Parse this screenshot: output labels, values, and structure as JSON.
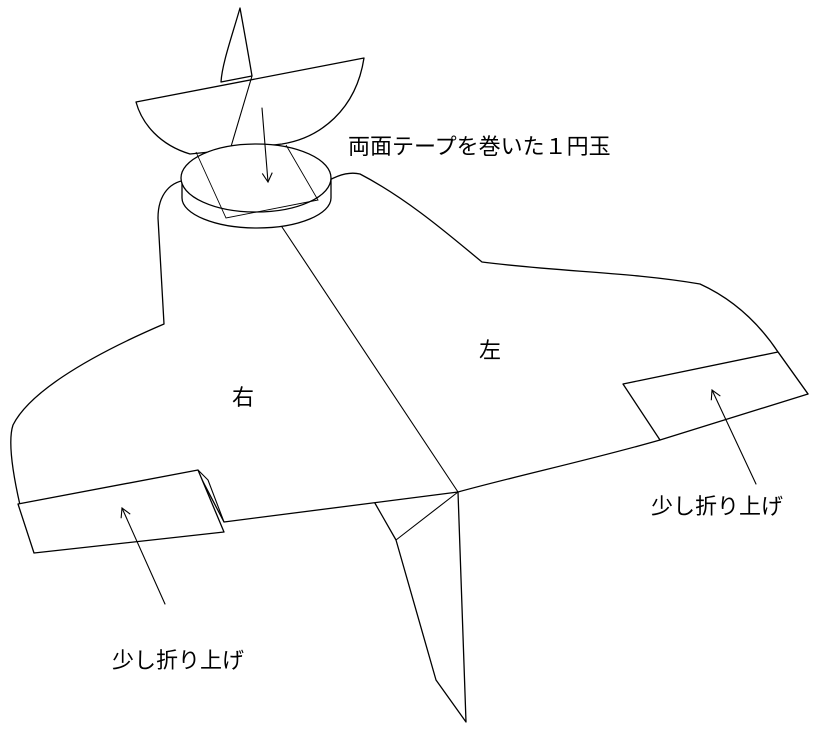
{
  "labels": {
    "coin": "両面テープを巻いた１円玉",
    "right_wing": "右",
    "left_wing": "左",
    "fold_left_wing": "少し折り上げ",
    "fold_right_wing": "少し折り上げ"
  },
  "colors": {
    "stroke": "#000000",
    "fill": "#ffffff"
  }
}
